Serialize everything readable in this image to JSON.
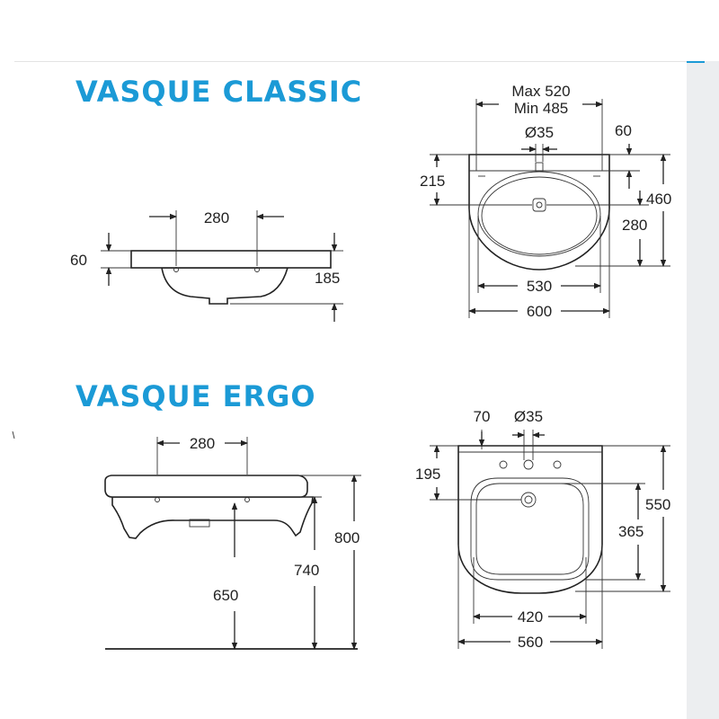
{
  "classic": {
    "title": "VASQUE CLASSIC",
    "side": {
      "width_280": "280",
      "height_60": "60",
      "height_185": "185"
    },
    "top": {
      "max": "Max 520",
      "min": "Min 485",
      "hole": "Ø35",
      "d60": "60",
      "d215": "215",
      "d460": "460",
      "d280": "280",
      "d530": "530",
      "d600": "600"
    }
  },
  "ergo": {
    "title": "VASQUE ERGO",
    "side": {
      "width_280": "280",
      "h800": "800",
      "h740": "740",
      "h650": "650"
    },
    "top": {
      "d70": "70",
      "hole": "Ø35",
      "d195": "195",
      "d550": "550",
      "d365": "365",
      "d420": "420",
      "d560": "560"
    }
  }
}
